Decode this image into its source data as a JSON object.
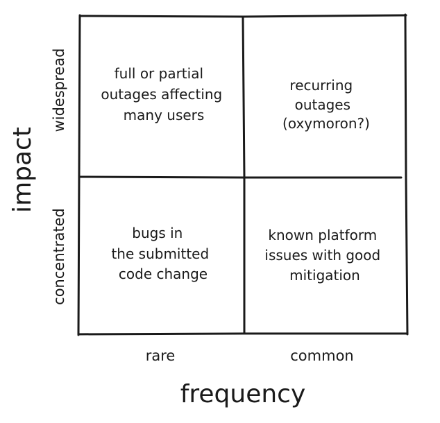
{
  "axes": {
    "x_title": "frequency",
    "y_title": "impact",
    "x_ticks": [
      "rare",
      "common"
    ],
    "y_ticks": [
      "widespread",
      "concentrated"
    ]
  },
  "quadrants": {
    "top_left": [
      "full or partial",
      "outages affecting",
      "many users"
    ],
    "top_right": [
      "recurring",
      "outages",
      "(oxymoron?)"
    ],
    "bottom_left": [
      "bugs in",
      "the submitted",
      "code change"
    ],
    "bottom_right": [
      "known platform",
      "issues with good",
      "mitigation"
    ]
  },
  "colors": {
    "ink": "#1a1a1a",
    "background": "#ffffff"
  }
}
